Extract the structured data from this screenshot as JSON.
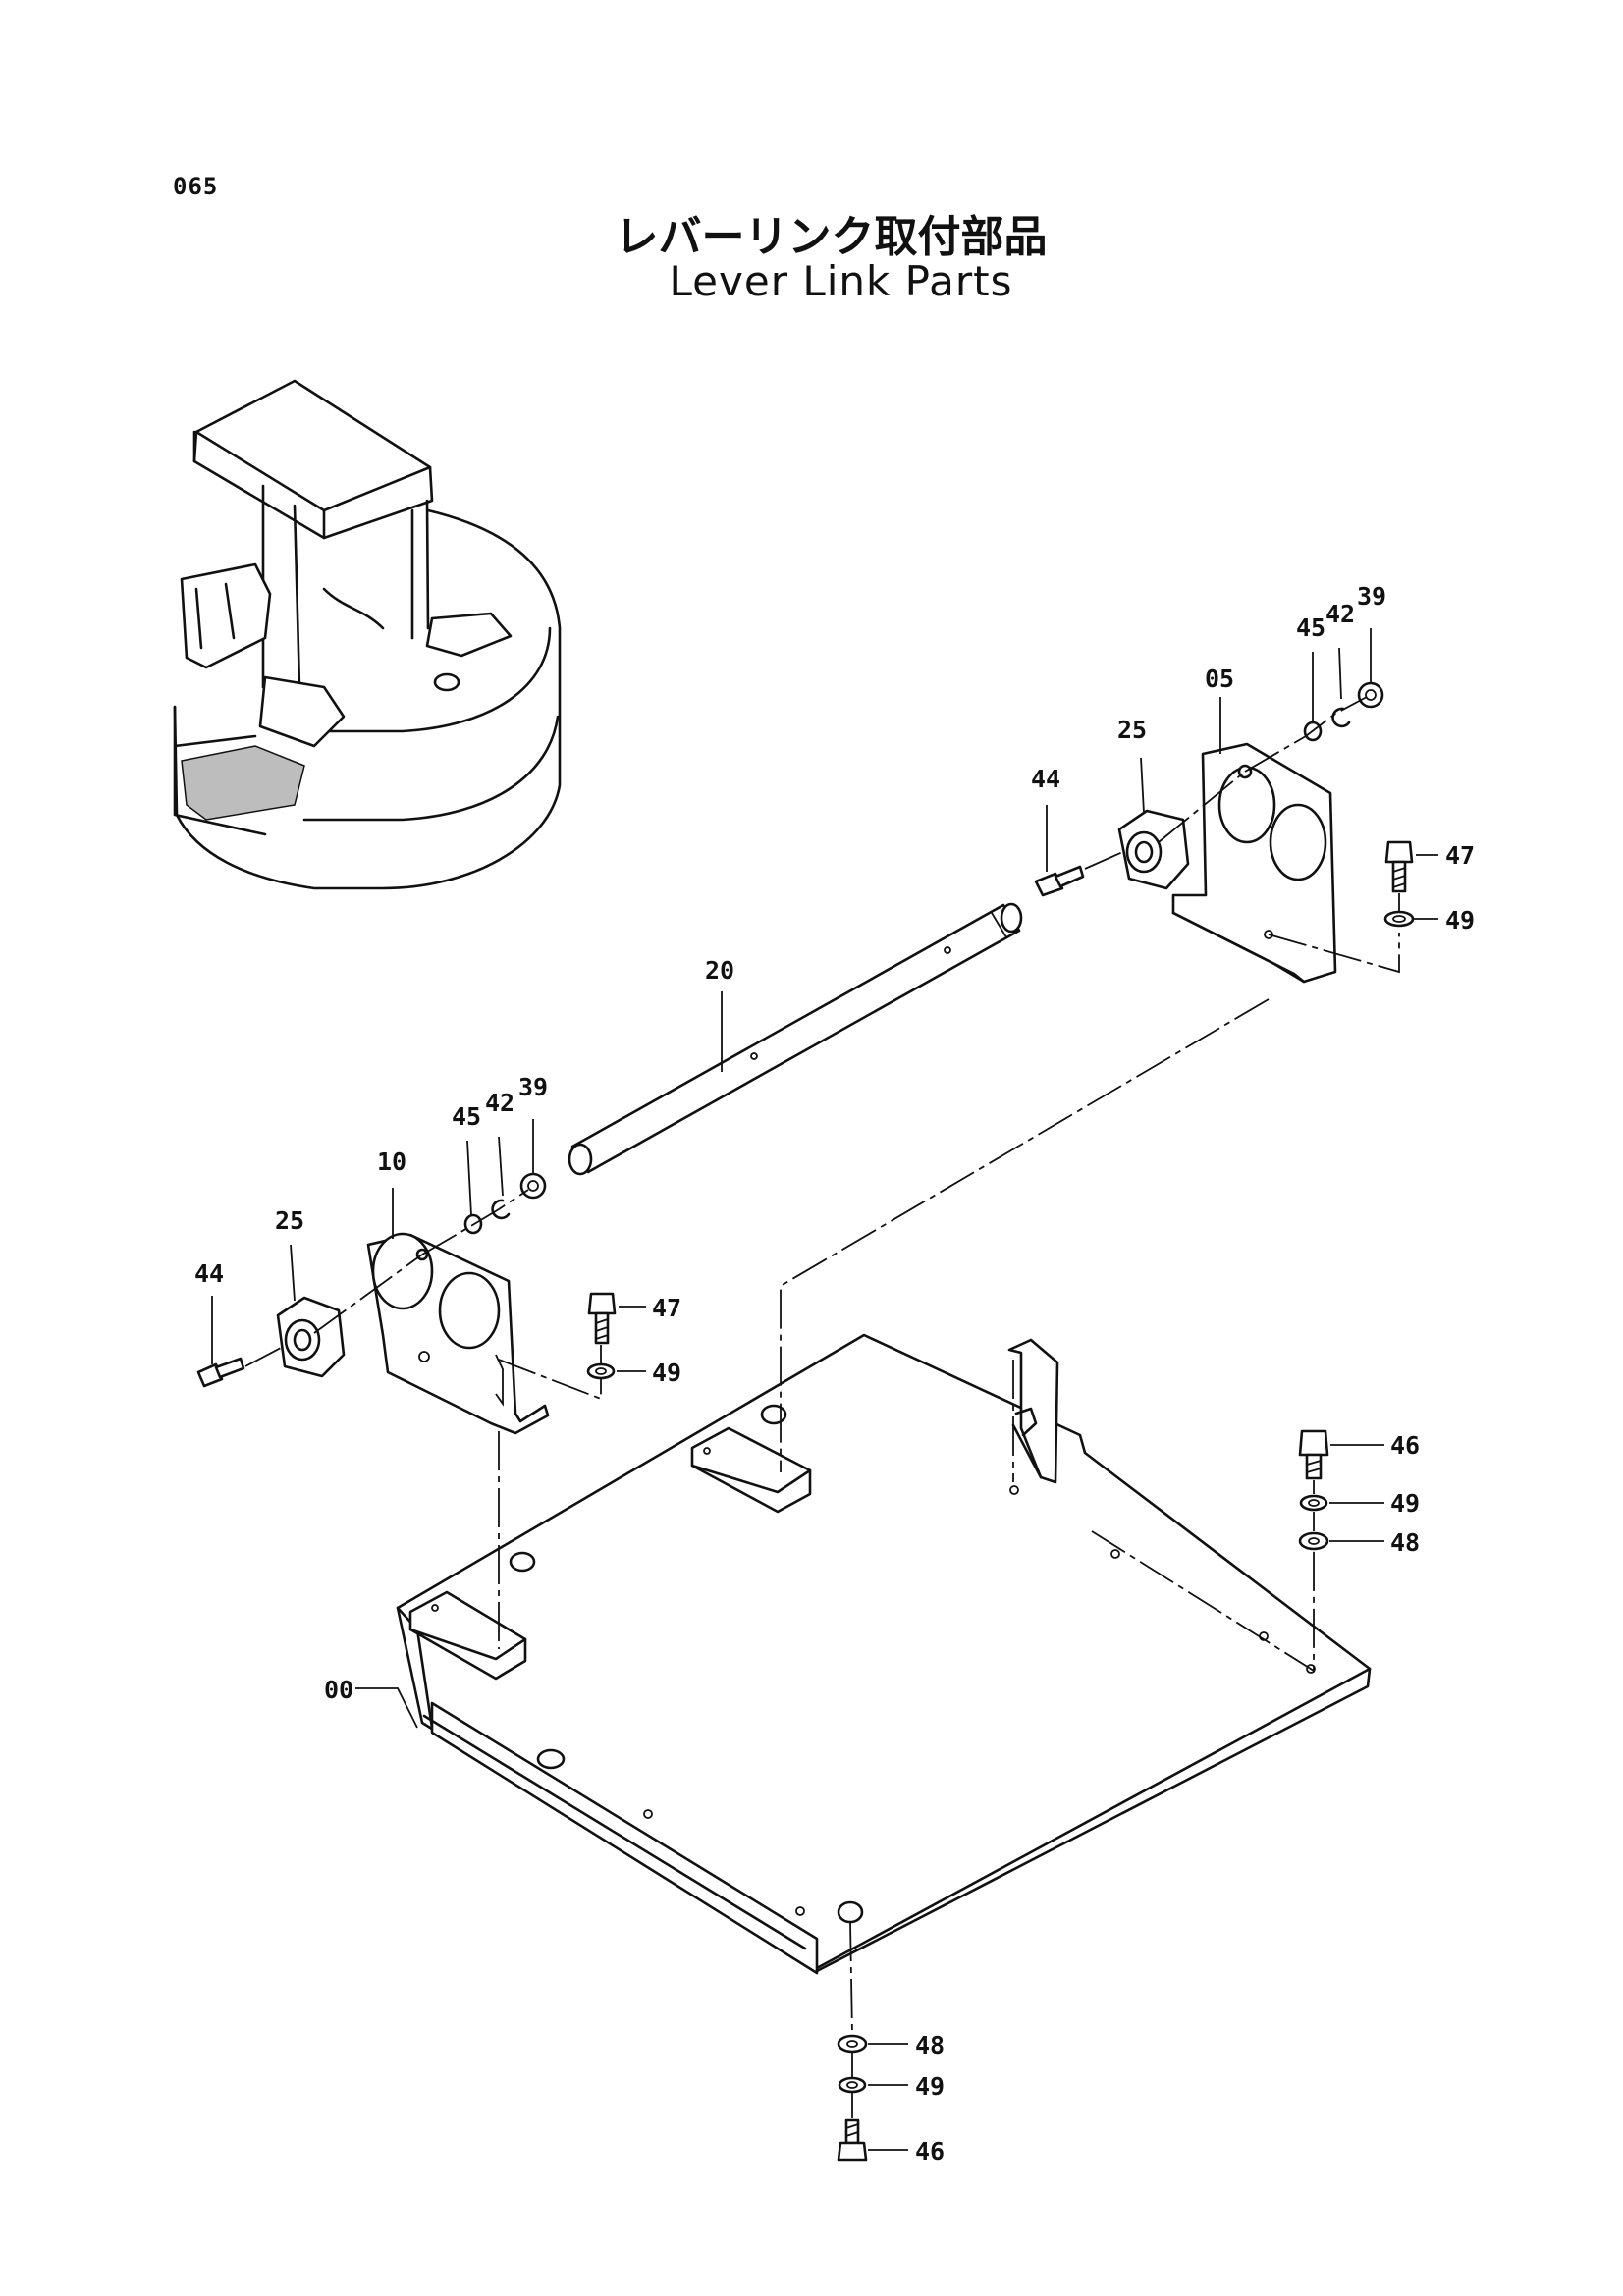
{
  "page_number": "065",
  "title_jp": "レバーリンク取付部品",
  "title_en": "Lever Link Parts",
  "callouts": [
    {
      "id": "c-39-right",
      "text": "39"
    },
    {
      "id": "c-42-right",
      "text": "42"
    },
    {
      "id": "c-45-right",
      "text": "45"
    },
    {
      "id": "c-05",
      "text": "05"
    },
    {
      "id": "c-25-right",
      "text": "25"
    },
    {
      "id": "c-44-right",
      "text": "44"
    },
    {
      "id": "c-47-right",
      "text": "47"
    },
    {
      "id": "c-49-right",
      "text": "49"
    },
    {
      "id": "c-20",
      "text": "20"
    },
    {
      "id": "c-39-left",
      "text": "39"
    },
    {
      "id": "c-42-left",
      "text": "42"
    },
    {
      "id": "c-45-left",
      "text": "45"
    },
    {
      "id": "c-10",
      "text": "10"
    },
    {
      "id": "c-25-left",
      "text": "25"
    },
    {
      "id": "c-44-left",
      "text": "44"
    },
    {
      "id": "c-47-left",
      "text": "47"
    },
    {
      "id": "c-49-left",
      "text": "49"
    },
    {
      "id": "c-46-top",
      "text": "46"
    },
    {
      "id": "c-49-top",
      "text": "49"
    },
    {
      "id": "c-48-top",
      "text": "48"
    },
    {
      "id": "c-00",
      "text": "00"
    },
    {
      "id": "c-48-bottom",
      "text": "48"
    },
    {
      "id": "c-49-bottom",
      "text": "49"
    },
    {
      "id": "c-46-bottom",
      "text": "46"
    }
  ]
}
